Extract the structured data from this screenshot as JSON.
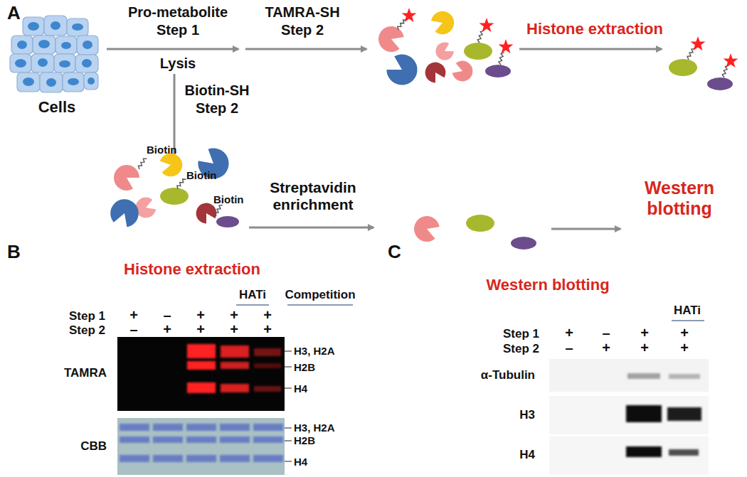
{
  "diagram": {
    "labels": [
      "A",
      "Pro-metabolite",
      "Step 1",
      "TAMRA-SH",
      "Step 2",
      "Histone extraction",
      "Cells",
      "Lysis",
      "Biotin",
      "Biotin",
      "Biotin",
      "Biotin-SH",
      "Step 2",
      "Streptavidin enrichment",
      "Western blotting",
      "B",
      "Histone extraction",
      "HATi",
      "Competition",
      "Step 1",
      "+",
      "–",
      "+",
      "+",
      "+",
      "Step 2",
      "–",
      "+",
      "+",
      "+",
      "+",
      "TAMRA",
      "H3, H2A",
      "H2B",
      "H4",
      "CBB",
      "H3, H2A",
      "H2B",
      "H4",
      "C",
      "Western blotting",
      "HATi",
      "Step 1",
      "+",
      "–",
      "+",
      "+",
      "Step 2",
      "–",
      "+",
      "+",
      "+",
      "α-Tubulin",
      "H3",
      "H4"
    ]
  }
}
